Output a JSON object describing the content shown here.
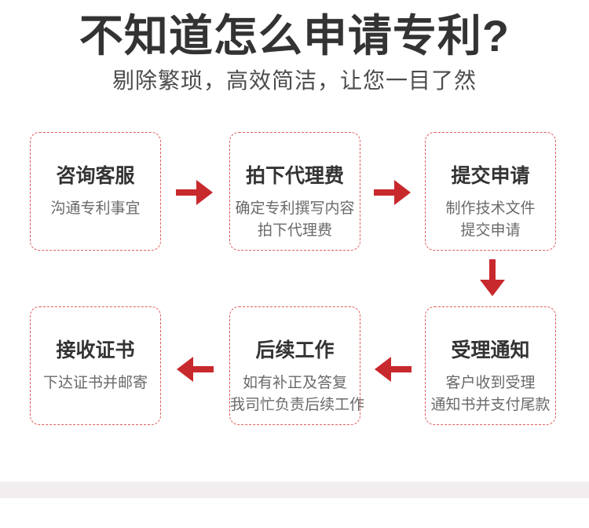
{
  "header": {
    "title": "不知道怎么申请专利?",
    "subtitle": "剔除繁琐，高效简洁，让您一目了然"
  },
  "flow": {
    "row1": [
      {
        "title": "咨询客服",
        "desc": [
          "沟通专利事宜"
        ]
      },
      {
        "title": "拍下代理费",
        "desc": [
          "确定专利撰写内容",
          "拍下代理费"
        ]
      },
      {
        "title": "提交申请",
        "desc": [
          "制作技术文件",
          "提交申请"
        ]
      }
    ],
    "row2": [
      {
        "title": "接收证书",
        "desc": [
          "下达证书并邮寄"
        ]
      },
      {
        "title": "后续工作",
        "desc": [
          "如有补正及答复",
          "我司忙负责后续工作"
        ]
      },
      {
        "title": "受理通知",
        "desc": [
          "客户收到受理",
          "通知书并支付尾款"
        ]
      }
    ],
    "sequence_note": "row1 flows left-to-right, then down, row2 flows right-to-left"
  },
  "icons": {
    "arrow_right": "→",
    "arrow_down": "↓",
    "arrow_left": "←"
  },
  "colors": {
    "arrow_red": "#c8292d",
    "box_border_red": "#e25c5c",
    "title_text": "#333333",
    "subtitle_text": "#4c4c4c",
    "step_title_text": "#333333",
    "step_desc_text": "#6a6a6a",
    "footer_bar": "#f2eeef",
    "background": "#ffffff"
  }
}
